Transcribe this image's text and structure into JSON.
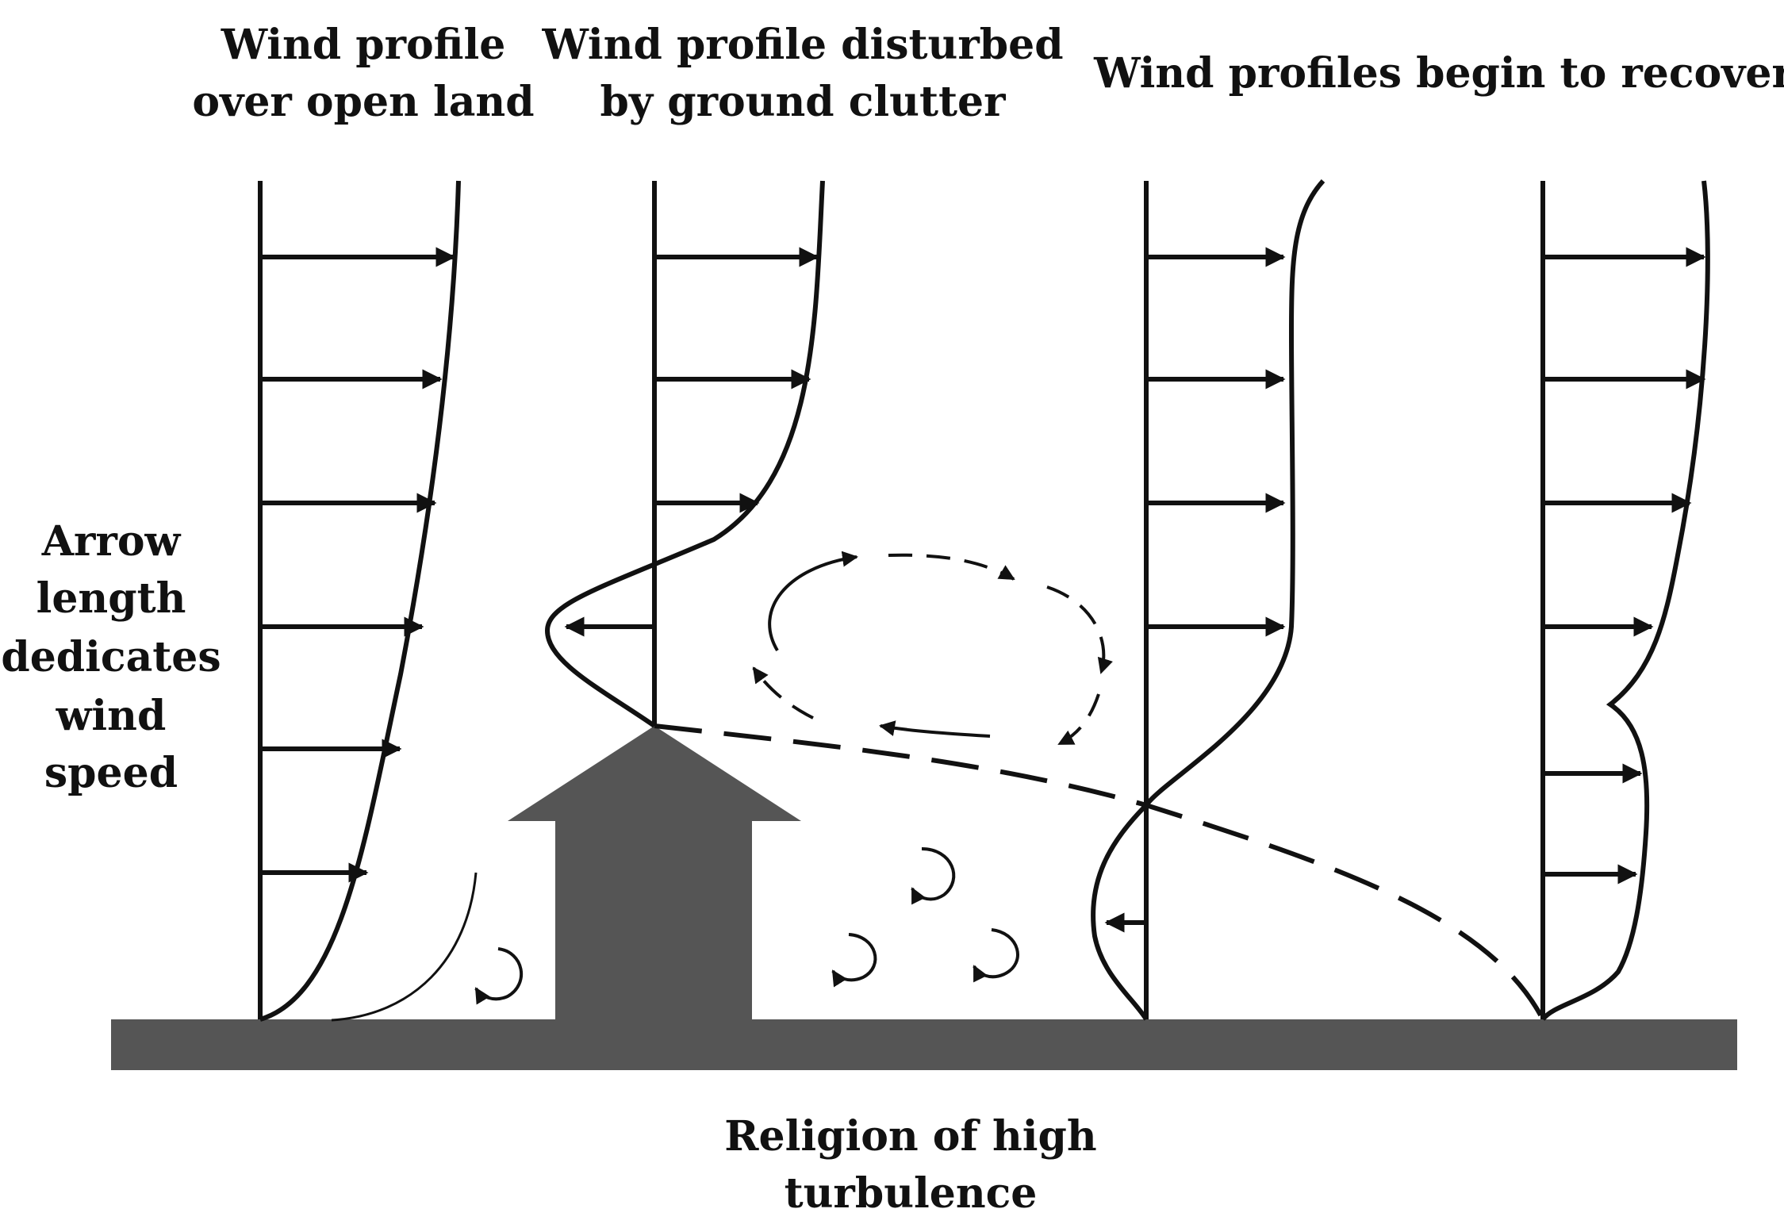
{
  "labels": {
    "open_land_line1": "Wind profile",
    "open_land_line2": "over open land",
    "disturbed_line1": "Wind profile disturbed",
    "disturbed_line2": "by ground clutter",
    "recover": "Wind profiles begin to recover",
    "legend_line1": "Arrow",
    "legend_line2": "length",
    "legend_line3": "dedicates",
    "legend_line4": "wind",
    "legend_line5": "speed",
    "turbulence_line1": "Religion of high",
    "turbulence_line2": "turbulence"
  },
  "colors": {
    "ink": "#111111",
    "ground": "#555555",
    "building": "#555555"
  }
}
